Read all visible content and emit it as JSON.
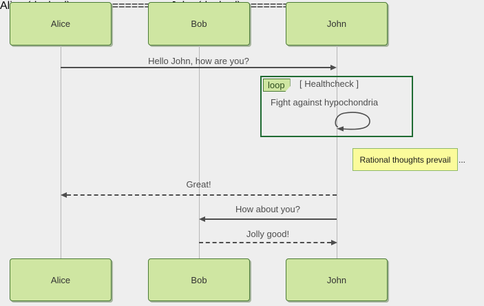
{
  "diagram": {
    "kind": "sequence-diagram",
    "background_color": "#eeeeee",
    "participant_fill": "#cfe6a2",
    "participant_border": "#4b7a36",
    "note_fill": "#fbfb9b",
    "note_border": "#8fb968",
    "fragment_border": "#1f6b32",
    "line_color": "#4d4d4d",
    "lifeline_color": "#b6b6b6"
  },
  "participants": [
    {
      "id": "alice",
      "label": "Alice"
    },
    {
      "id": "bob",
      "label": "Bob"
    },
    {
      "id": "john",
      "label": "John"
    }
  ],
  "participants_bottom": [
    {
      "id": "alice",
      "label": "Alice"
    },
    {
      "id": "bob",
      "label": "Bob"
    },
    {
      "id": "john",
      "label": "John"
    }
  ],
  "messages": [
    {
      "id": "m1",
      "from": "alice",
      "to": "john",
      "label": "Hello John, how are you?",
      "style": "solid",
      "direction": "right"
    },
    {
      "id": "m2",
      "from": "john",
      "to": "alice",
      "label": "Great!",
      "style": "dashed",
      "direction": "left"
    },
    {
      "id": "m3",
      "from": "john",
      "to": "bob",
      "label": "How about you?",
      "style": "solid",
      "direction": "left"
    },
    {
      "id": "m4",
      "from": "bob",
      "to": "john",
      "label": "Jolly good!",
      "style": "dashed",
      "direction": "right"
    }
  ],
  "fragment": {
    "tag": "loop",
    "condition": "[ Healthcheck ]",
    "body_text": "Fight against hypochondria",
    "self_message": ""
  },
  "note": {
    "text": "Rational thoughts prevail...",
    "visible_in_box": "Rational thoughts prevail",
    "overflow_text": "..."
  }
}
